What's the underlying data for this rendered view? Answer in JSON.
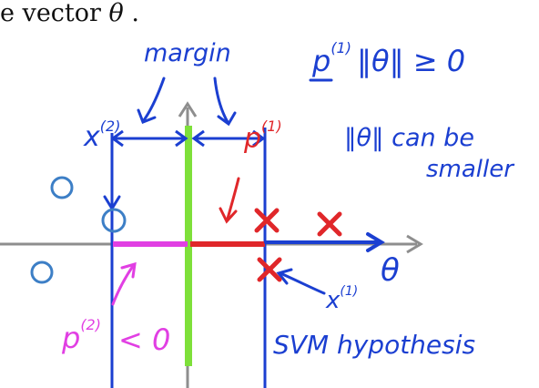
{
  "header": {
    "prefix": "e vector",
    "symbol": "θ",
    "suffix": "."
  },
  "annotations": {
    "margin": "margin",
    "x2_base": "x",
    "x2_sup": "(2)",
    "x1_base": "x",
    "x1_sup": "(1)",
    "p1_base": "p",
    "p1_sup": "(1)",
    "p1_norm_base": "p",
    "p1_norm_sup": "(1)",
    "p1_norm_rest": "‖θ‖ ≥ 0",
    "norm_line1": "‖θ‖ can be",
    "norm_line2": "smaller",
    "p2_base": "p",
    "p2_sup": "(2)",
    "p2_rest": "< 0",
    "theta": "θ",
    "svm": "SVM hypothesis"
  },
  "colors": {
    "axis": "#8e8e8e",
    "ink_blue": "#1b3fd1",
    "red": "#e0272a",
    "green": "#7ee03a",
    "magenta": "#e13fe3",
    "circle": "#3d7fc6"
  }
}
